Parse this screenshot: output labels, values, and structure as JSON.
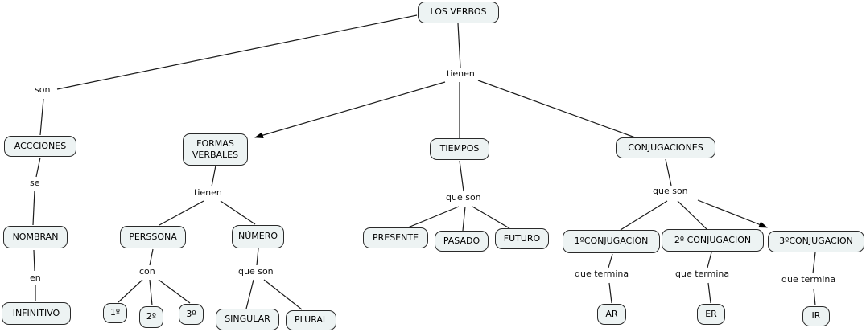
{
  "nodes": {
    "los_verbos": "LOS VERBOS",
    "accciones": "ACCCIONES",
    "nombran": "NOMBRAN",
    "infinitivo": "INFINITIVO",
    "formas_verbales": "FORMAS\nVERBALES",
    "perssona": "PERSSONA",
    "numero": "NÚMERO",
    "persona_1": "1º",
    "persona_2": "2º",
    "persona_3": "3º",
    "singular": "SINGULAR",
    "plural": "PLURAL",
    "tiempos": "TIEMPOS",
    "presente": "PRESENTE",
    "pasado": "PASADO",
    "futuro": "FUTURO",
    "conjugaciones": "CONJUGACIONES",
    "conjugacion_1": "1ºCONJUGACIÓN",
    "conjugacion_2": "2º CONJUGACION",
    "conjugacion_3": "3ºCONJUGACION",
    "ar": "AR",
    "er": "ER",
    "ir": "IR"
  },
  "links": {
    "son": "son",
    "tienen_root": "tienen",
    "se": "se",
    "en": "en",
    "tienen_formas": "tienen",
    "con": "con",
    "que_son_numero": "que son",
    "que_son_tiempos": "que son",
    "que_son_conjugaciones": "que son",
    "que_termina_1": "que termina",
    "que_termina_2": "que termina",
    "que_termina_3": "que termina"
  },
  "colors": {
    "node_fill": "#edf3f3",
    "node_border": "#2a2a2a",
    "line": "#1b1b1b",
    "background": "#ffffff",
    "text": "#000000"
  }
}
